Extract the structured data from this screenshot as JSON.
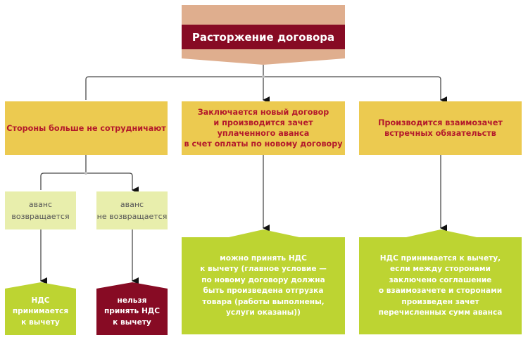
{
  "colors": {
    "top_box": "#dfae8e",
    "title_band": "#870b24",
    "yellow_box": "#ecca50",
    "yellow_text": "#b3192b",
    "pale_box": "#e8eeac",
    "green_box": "#bdd432",
    "dark_red_box": "#870b24",
    "connector": "#4a4a4a"
  },
  "root": {
    "title": "Расторжение договора"
  },
  "branches": [
    {
      "label": "Стороны больше не сотрудничают",
      "sub": [
        {
          "label": "аванс\nвозвращается",
          "result": "НДС\nпринимается\nк вычету",
          "result_type": "positive"
        },
        {
          "label": "аванс\nне возвращается",
          "result": "нельзя\nпринять НДС\nк вычету",
          "result_type": "negative"
        }
      ]
    },
    {
      "label": "Заключается новый договор\nи производится зачет\nуплаченного аванса\nв счет оплаты по новому договору",
      "result": "можно принять НДС\nк вычету (главное условие —\nпо новому договору должна\nбыть произведена отгрузка\nтовара (работы выполнены,\nуслуги оказаны))",
      "result_type": "positive"
    },
    {
      "label": "Производится взаимозачет\nвстречных обязательств",
      "result": "НДС принимается к вычету,\nесли между сторонами\nзаключено соглашение\nо взаимозачете и сторонами\nпроизведен зачет\nперечисленных сумм аванса",
      "result_type": "positive"
    }
  ]
}
